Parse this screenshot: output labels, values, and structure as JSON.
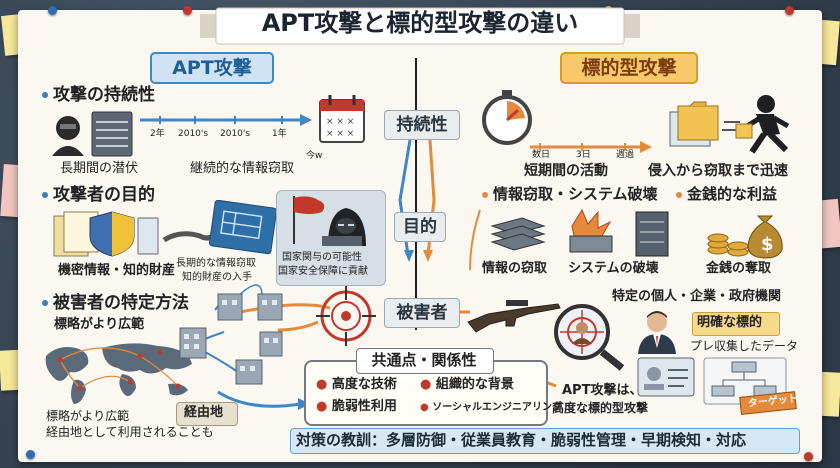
{
  "title": "APT攻撃と標的型攻撃の違い",
  "apt_banner": "APT攻撃",
  "targeted_banner": "標的型攻撃",
  "apt": {
    "persistence": {
      "heading": "攻撃の持続性",
      "latent_caption": "長期間の潜伏",
      "timeline_ticks": [
        "2年",
        "2010's",
        "2010's",
        "1年",
        "今w"
      ],
      "timeline_caption": "継続的な情報窃取"
    },
    "purpose": {
      "heading": "攻撃者の目的",
      "assets_caption": "機密情報・知的財産",
      "theft_caption_1": "長期的な情報窃取",
      "theft_caption_2": "知的財産の入手",
      "state_caption_1": "国家関与の可能性",
      "state_caption_2": "国家安全保障に貢献"
    },
    "victim": {
      "heading": "被害者の特定方法",
      "subheading": "標略がより広範",
      "map_caption_1": "標略がより広範",
      "map_caption_2": "経由地として利用されることも",
      "relay_label": "経由地"
    }
  },
  "center_labels": {
    "persistence": "持続性",
    "purpose": "目的",
    "victim": "被害者"
  },
  "targeted": {
    "persistence": {
      "timer_ticks": [
        "数日",
        "3日",
        "週過"
      ],
      "short_caption": "短期間の活動",
      "fast_caption": "侵入から窃取まで迅速"
    },
    "purpose": {
      "heading_1": "情報窃取・システム破壊",
      "heading_2": "金銭的な利益",
      "theft_caption": "情報の窃取",
      "destroy_caption": "システムの破壊",
      "money_caption": "金銭の奪取"
    },
    "victim": {
      "heading": "特定の個人・企業・政府機関",
      "clear_target": "明確な標的",
      "recon_caption": "プレ収集したデータ",
      "target_tag": "ターゲット"
    }
  },
  "common": {
    "heading": "共通点・関係性",
    "items": [
      "高度な技術",
      "組織的な背景",
      "脆弱性利用",
      "ソーシャルエンジニアリング"
    ],
    "note_1": "APT攻撃は、",
    "note_2": "高度な標的型攻撃"
  },
  "lesson": "対策の教訓：多層防御・従業員教育・脆弱性管理・早期検知・対応",
  "colors": {
    "apt_blue": "#3f86c6",
    "targeted_orange": "#e58a3a",
    "accent_red": "#c0392b"
  }
}
